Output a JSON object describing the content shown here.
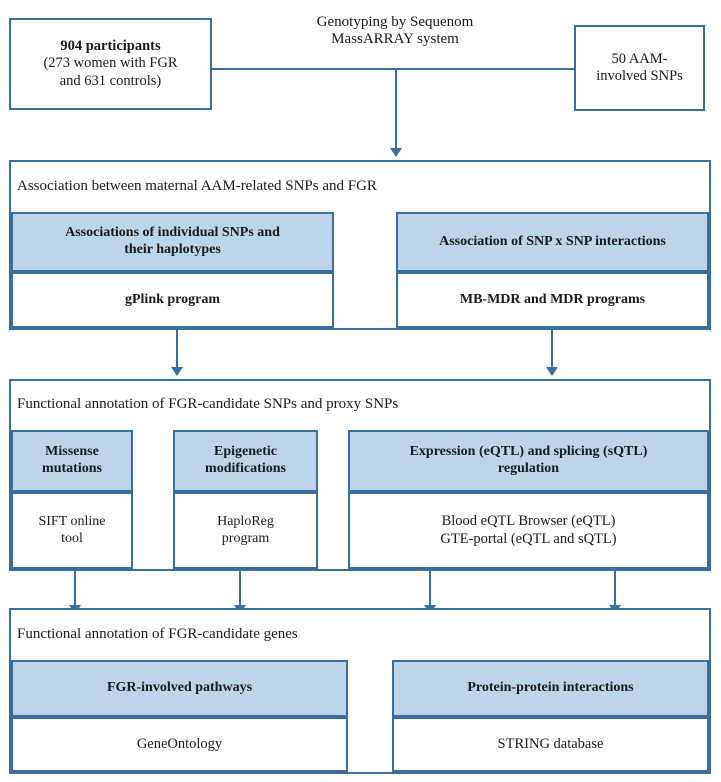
{
  "figure": {
    "title": "Study workflow flowchart: AAM-related SNPs and FGR",
    "colors": {
      "border": "#3b6d9e",
      "header_fill": "#bcd5ea",
      "box_fill": "#ffffff",
      "text": "#1a1a1a"
    }
  },
  "top": {
    "participants_box": "904 participants\n(273 women with FGR\nand 631 controls)",
    "participants_bold_line": "904 participants",
    "center_label": "Genotyping by Sequenom\nMassARRAY system",
    "snps_box": "50 AAM-\ninvolved SNPs"
  },
  "section1": {
    "heading": "Association between maternal AAM-related SNPs and FGR",
    "columns": [
      {
        "header": "Associations of individual SNPs and\ntheir haplotypes",
        "body": "gPlink program"
      },
      {
        "header": "Association of SNP x SNP interactions",
        "body": "MB-MDR and MDR programs"
      }
    ]
  },
  "section2": {
    "heading": "Functional annotation of FGR-candidate SNPs and proxy SNPs",
    "columns": [
      {
        "header": "Missense\nmutations",
        "body": "SIFT online\ntool"
      },
      {
        "header": "Epigenetic\nmodifications",
        "body": "HaploReg\nprogram"
      },
      {
        "header": "Expression (eQTL) and splicing (sQTL)\nregulation",
        "body": "Blood eQTL Browser (eQTL)\nGTE-portal (eQTL and sQTL)"
      }
    ]
  },
  "section3": {
    "heading": "Functional annotation of FGR-candidate genes",
    "columns": [
      {
        "header": "FGR-involved pathways",
        "body": "GeneOntology"
      },
      {
        "header": "Protein-protein interactions",
        "body": "STRING database"
      }
    ]
  }
}
